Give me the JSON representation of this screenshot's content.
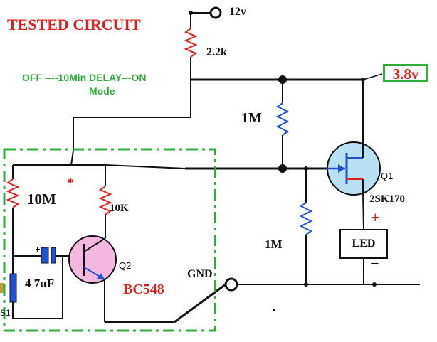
{
  "title": "TESTED CIRCUIT",
  "supply_label": "12v",
  "output_voltage_label": "3.8v",
  "mode_label_line1": "OFF ----10Min DELAY---ON",
  "mode_label_line2": "Mode",
  "resistors": {
    "r_2_2k": "2.2k",
    "r_1m_top": "1M",
    "r_1m_bottom": "1M",
    "r_10m": "10M",
    "r_10k": "10K"
  },
  "star_mark": "*",
  "capacitor_label": "4 7uF",
  "transistor_q2": {
    "ref": "Q2",
    "part": "BC548"
  },
  "fet_q1": {
    "ref": "Q1",
    "part": "2SK170"
  },
  "led": {
    "label": "LED",
    "plus": "+",
    "minus": "−"
  },
  "ground_label": "GND",
  "switch_label": "S1",
  "colors": {
    "highlight_red": "#e0201e",
    "box_green": "#2fae3c",
    "transistor_fill": "#f4b8e0"
  }
}
